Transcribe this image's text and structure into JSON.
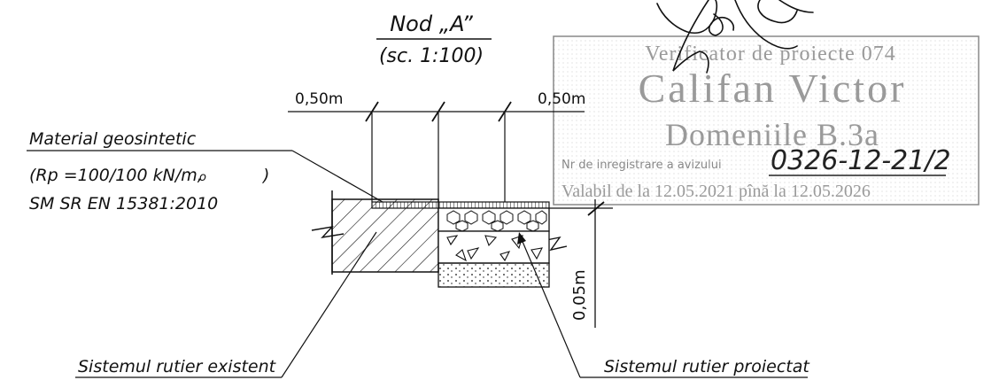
{
  "title": {
    "line1": "Nod „A”",
    "line2": "(sc. 1:100)"
  },
  "dimensions": {
    "left_width": "0,50m",
    "right_width": "0,50m",
    "height": "0,05m"
  },
  "labels": {
    "material_title": "Material geosintetic",
    "material_spec": "(Rp =100/100 kN/m,",
    "material_spec_o": "o",
    "material_spec_close": ")",
    "material_standard": "SM SR EN 15381:2010",
    "existing_system": "Sistemul rutier existent",
    "projected_system": "Sistemul rutier proiectat"
  },
  "stamp": {
    "line1": "Verificator de proiecte 074",
    "line2": "Califan Victor",
    "line3": "Domeniile B.3a",
    "registration_label": "Nr de inregistrare a avizului",
    "registration_number": "0326-12-21/2",
    "validity": "Valabil de la 12.05.2021 pînă la 12.05.2026"
  },
  "colors": {
    "ink": "#111111",
    "stamp": "#9a9a9a"
  }
}
